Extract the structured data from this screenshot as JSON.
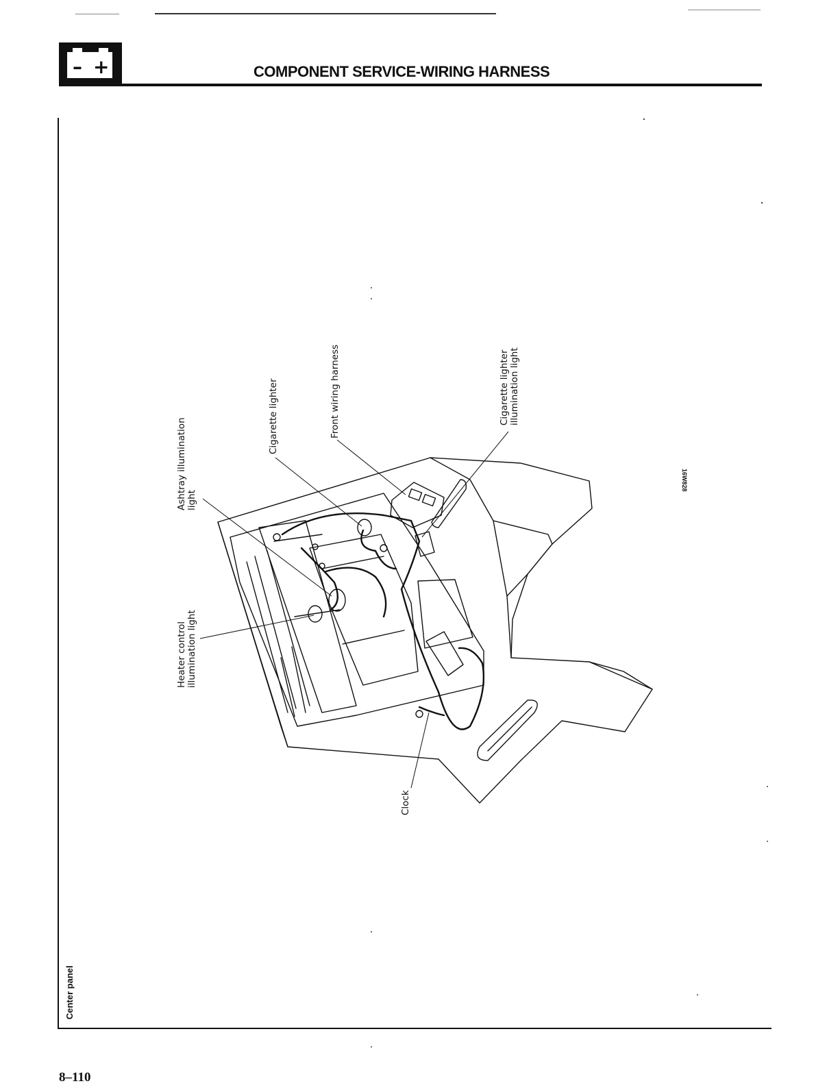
{
  "header": {
    "battery_icon": {
      "minus": "–",
      "plus": "+"
    },
    "title": "COMPONENT SERVICE-WIRING HARNESS"
  },
  "section_tab": "Center panel",
  "page_number": "8–110",
  "figure": {
    "code": "16W828",
    "labels": {
      "ashtray_line1": "Ashtray illumination",
      "ashtray_line2": "light",
      "cigarette_lighter": "Cigarette lighter",
      "front_wiring_harness": "Front wiring harness",
      "cig_illum_line1": "Cigarette lighter",
      "cig_illum_line2": "illumination light",
      "heater_line1": "Heater control",
      "heater_line2": "illumination light",
      "clock": "Clock"
    }
  }
}
